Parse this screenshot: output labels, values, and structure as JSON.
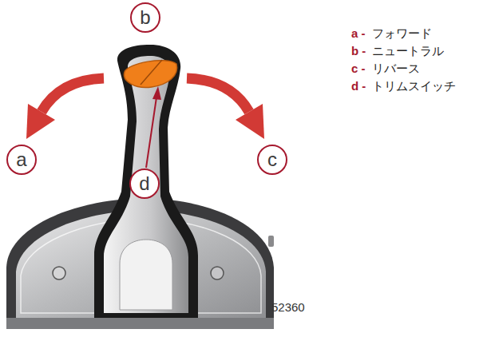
{
  "diagram": {
    "nodes": [
      {
        "text": [
          "b"
        ]
      },
      {
        "text": [
          "a"
        ]
      },
      {
        "text": [
          "c"
        ]
      },
      {
        "text": [
          "d"
        ]
      }
    ],
    "labels": [
      "a -",
      "フォワード",
      "b -",
      "ニュートラル",
      "c -",
      "リバース",
      "d -",
      "トリムスイッチ",
      "52360"
    ]
  }
}
